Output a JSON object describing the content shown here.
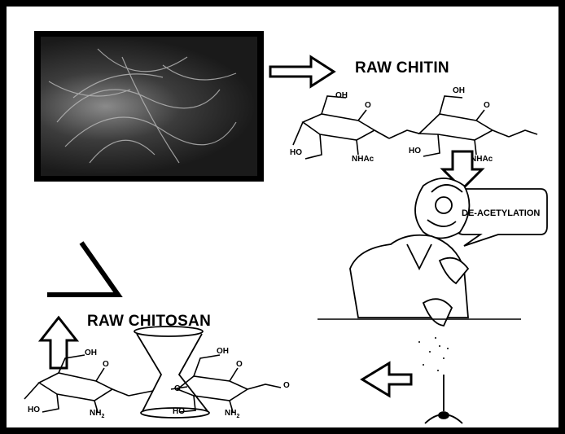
{
  "labels": {
    "raw_chitin": "RAW CHITIN",
    "raw_chitosan": "RAW CHITOSAN",
    "deacetylation": "DE-ACETYLATION"
  },
  "chitin_groups": {
    "oh_1": "OH",
    "o_1": "O",
    "ho_1": "HO",
    "nhac_1": "NHAc",
    "oh_2": "OH",
    "o_2": "O",
    "ho_2": "HO",
    "nhac_2": "NHAc"
  },
  "chitosan_groups": {
    "oh_1": "OH",
    "o_1": "O",
    "ho_1": "HO",
    "nh2_1": "NH",
    "oh_2": "OH",
    "o_2": "O",
    "o_link": "O",
    "ho_2": "HO",
    "nh2_2": "NH",
    "o_end": "O"
  },
  "icons": [
    "right-arrow-icon",
    "down-arrow-icon",
    "left-arrow-icon",
    "up-arrow-icon",
    "cartoon-scientist-icon",
    "hourglass-icon",
    "angle-icon",
    "speech-bubble-icon",
    "chitin-photo"
  ]
}
